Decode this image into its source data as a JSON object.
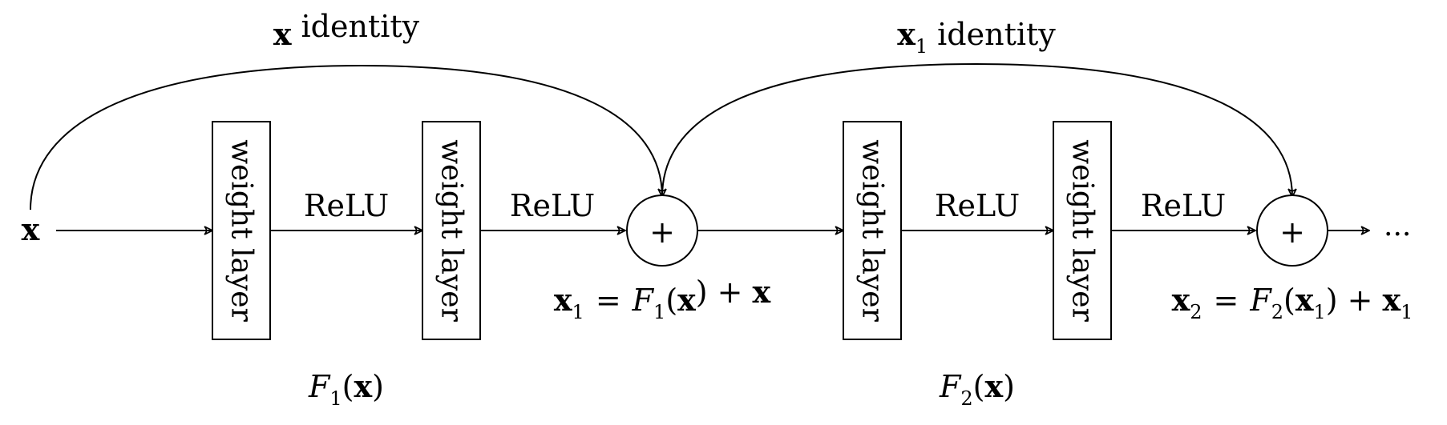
{
  "input_label": "x",
  "weight_layer_label": "weight layer",
  "relu_label": "ReLU",
  "add_symbol": "+",
  "ellipsis": "...",
  "blocks": [
    {
      "identity_var": "x",
      "identity_sub": "",
      "identity_word": "identity",
      "residual_fn": "F",
      "residual_sub": "1",
      "residual_arg": "x",
      "output_var": "x",
      "output_sub": "1",
      "equals": "=",
      "fn_letter": "F",
      "fn_sub": "1",
      "fn_arg": "x",
      "fn_arg_sub": "",
      "plus": "+",
      "skip_var": "x",
      "skip_sub": ""
    },
    {
      "identity_var": "x",
      "identity_sub": "1",
      "identity_word": "identity",
      "residual_fn": "F",
      "residual_sub": "2",
      "residual_arg": "x",
      "output_var": "x",
      "output_sub": "2",
      "equals": "=",
      "fn_letter": "F",
      "fn_sub": "2",
      "fn_arg": "x",
      "fn_arg_sub": "1",
      "plus": "+",
      "skip_var": "x",
      "skip_sub": "1"
    }
  ]
}
